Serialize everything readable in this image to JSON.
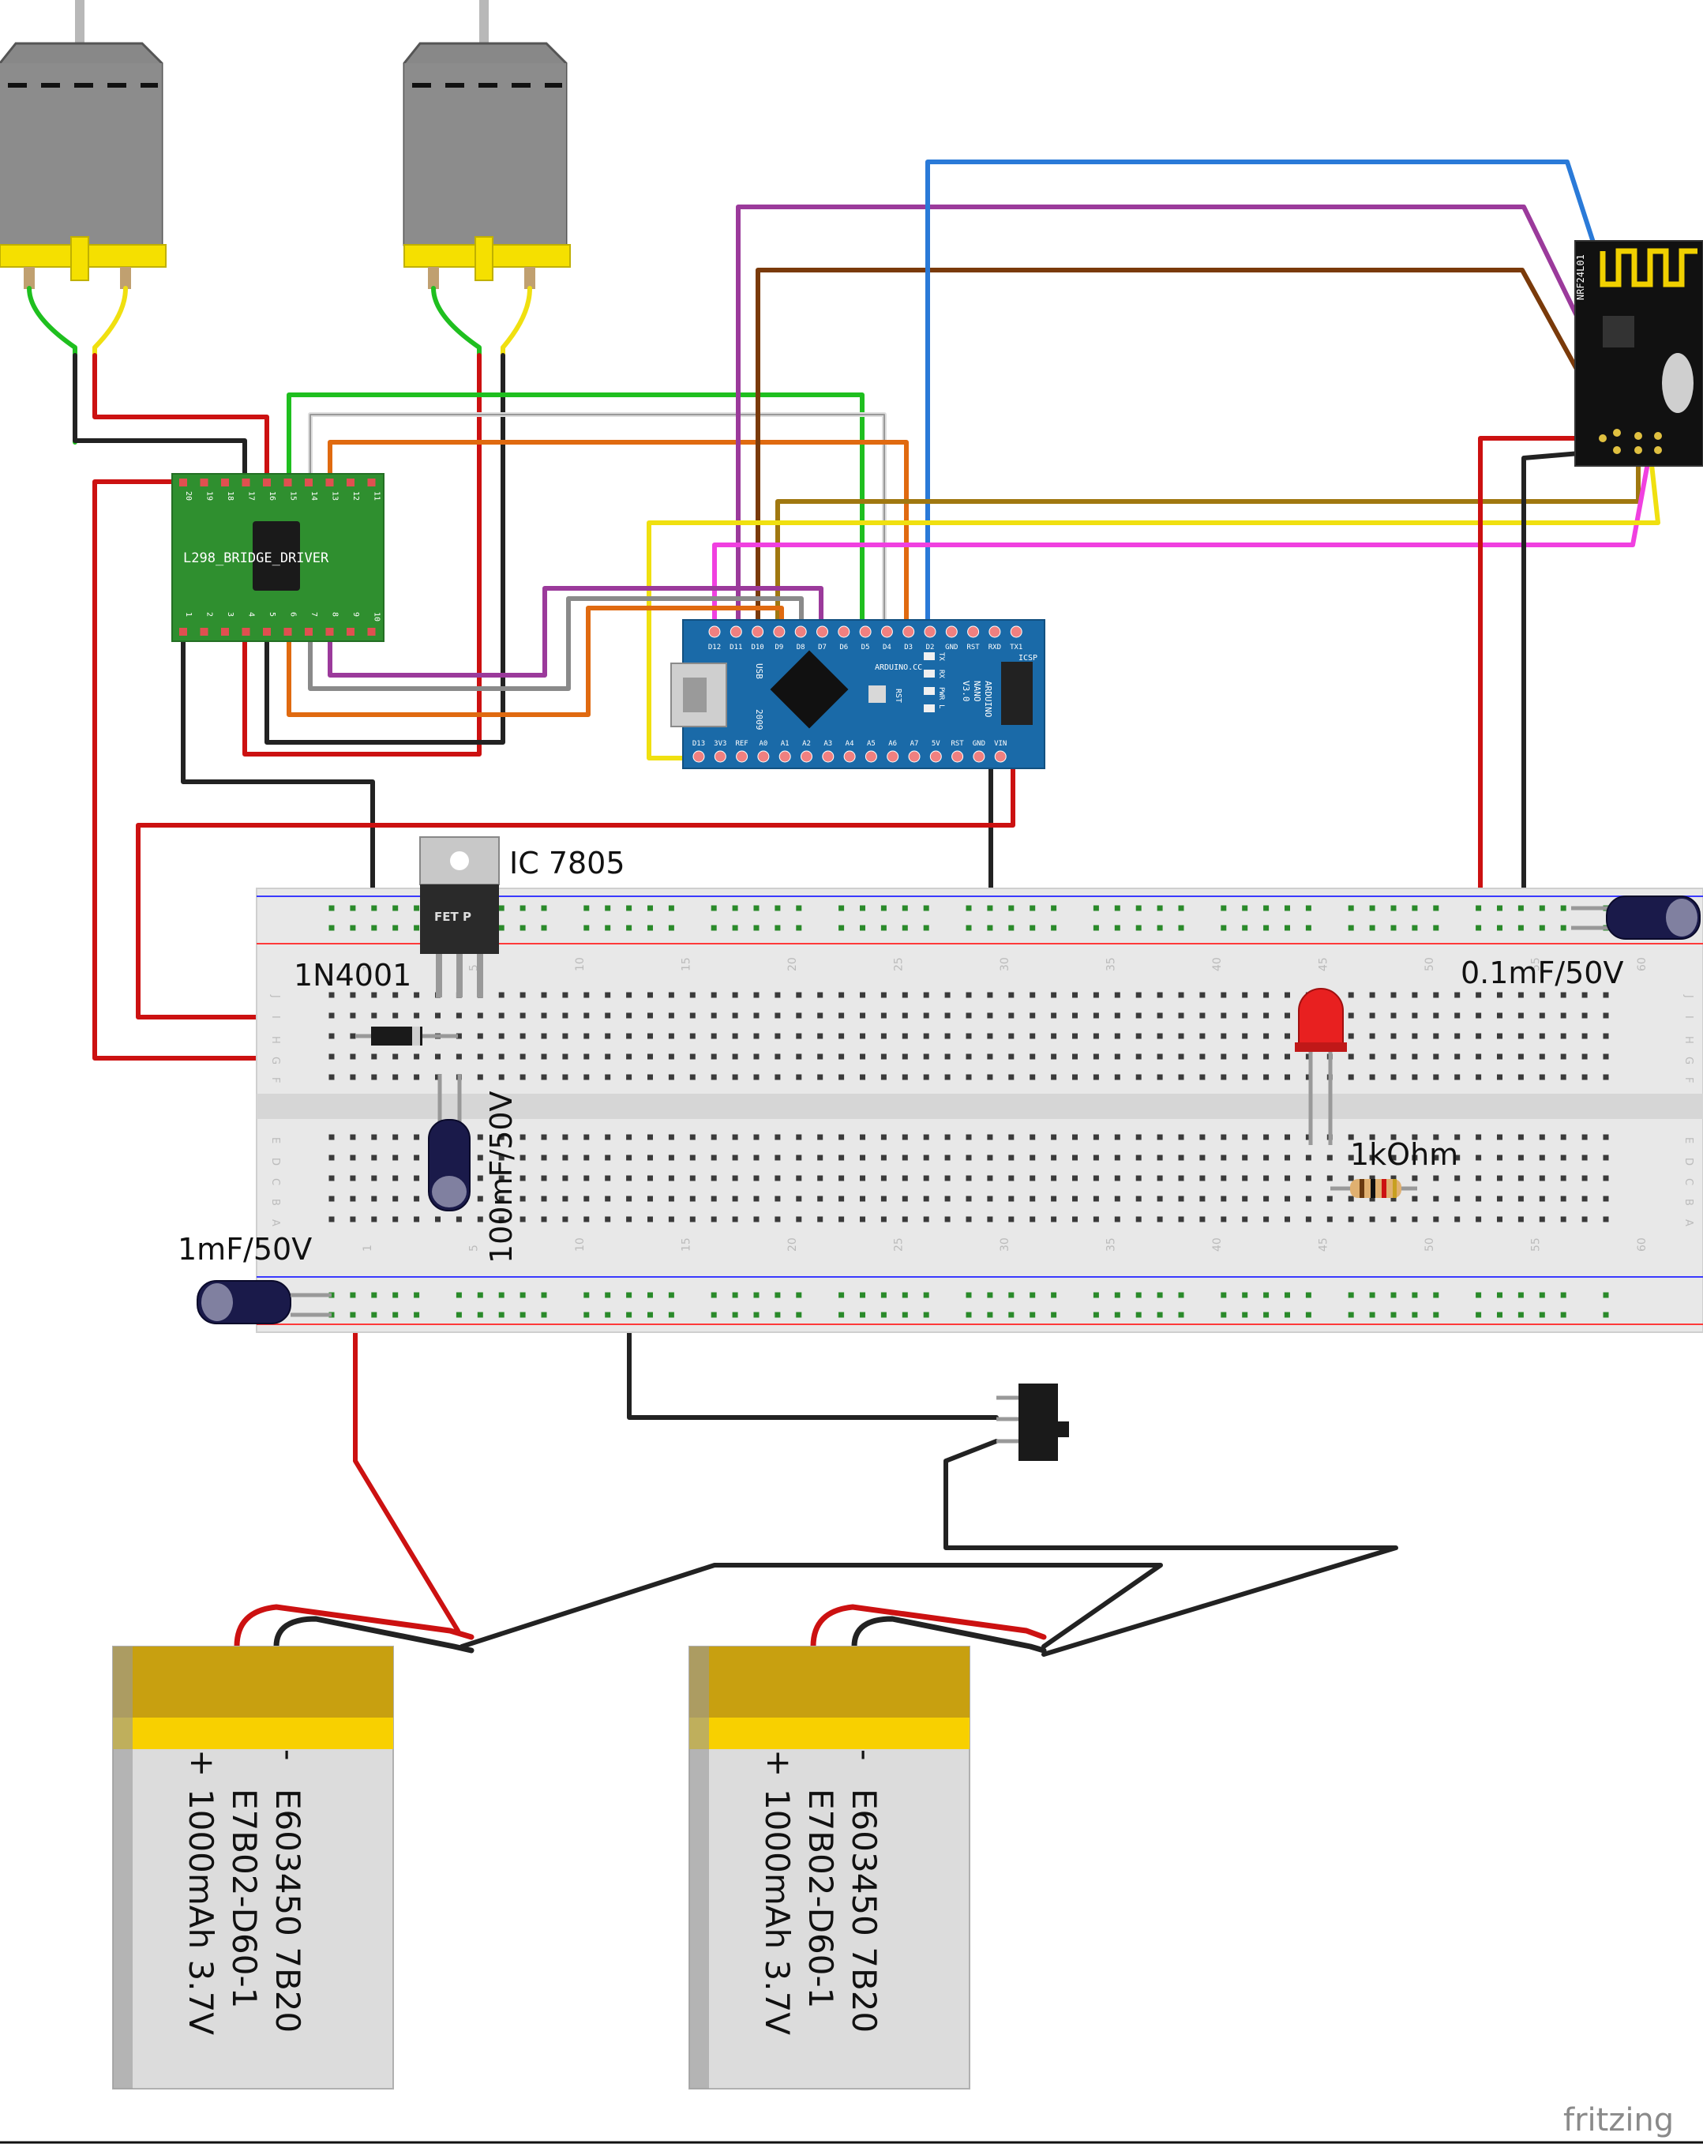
{
  "labels": {
    "l298": "L298_BRIDGE_DRIVER",
    "regulator_label": "IC 7805",
    "regulator_body": "FET P",
    "diode": "1N4001",
    "cap_100": "100mF/50V",
    "cap_1m": "1mF/50V",
    "cap_01": "0.1mF/50V",
    "resistor": "1kOhm",
    "nrf": "NRF24L01",
    "watermark": "fritzing"
  },
  "l298_pins_top": [
    "20",
    "19",
    "18",
    "17",
    "16",
    "15",
    "14",
    "13",
    "12",
    "11"
  ],
  "l298_pins_bottom": [
    "1",
    "2",
    "3",
    "4",
    "5",
    "6",
    "7",
    "8",
    "9",
    "10"
  ],
  "arduino": {
    "top_pins": [
      "D12",
      "D11",
      "D10",
      "D9",
      "D8",
      "D7",
      "D6",
      "D5",
      "D4",
      "D3",
      "D2",
      "GND",
      "RST",
      "RXD",
      "TX1"
    ],
    "bottom_pins": [
      "D13",
      "3V3",
      "REF",
      "A0",
      "A1",
      "A2",
      "A3",
      "A4",
      "A5",
      "A6",
      "A7",
      "5V",
      "RST",
      "GND",
      "VIN"
    ],
    "board_text": [
      "ARDUINO",
      "NANO",
      "V3.0"
    ],
    "brand": "ARDUINO.CC",
    "year": "2009",
    "usb": "USB",
    "icsp": "ICSP",
    "rst": "RST",
    "leds": [
      "TX",
      "RX",
      "PWR",
      "L"
    ]
  },
  "breadboard": {
    "col_numbers": [
      "1",
      "5",
      "10",
      "15",
      "20",
      "25",
      "30",
      "35",
      "40",
      "45",
      "50",
      "55",
      "60"
    ],
    "row_letters_top": [
      "J",
      "I",
      "H",
      "G",
      "F"
    ],
    "row_letters_bottom": [
      "E",
      "D",
      "C",
      "B",
      "A"
    ]
  },
  "batteries": [
    {
      "minus": "-",
      "plus": "+",
      "line1": "E603450 7B20",
      "line2": "E7B02-D60-1",
      "line3": "1000mAh 3.7V"
    },
    {
      "minus": "-",
      "plus": "+",
      "line1": "E603450 7B20",
      "line2": "E7B02-D60-1",
      "line3": "1000mAh 3.7V"
    }
  ],
  "colors": {
    "red": "#cc1111",
    "black": "#222222",
    "green": "#1fbf1f",
    "yellow": "#f0e010",
    "orange": "#e06a10",
    "purple": "#9b3a9b",
    "brown": "#7a3a0a",
    "blue": "#2a7ad8",
    "gray": "#8a8a8a",
    "white": "#dddddd",
    "magenta": "#f040e0",
    "olive": "#a07810",
    "pcb_green": "#2f8f2f",
    "nano_blue": "#1a6aa8",
    "motor_yellow": "#f5e000",
    "battery_gold": "#c8a010"
  }
}
